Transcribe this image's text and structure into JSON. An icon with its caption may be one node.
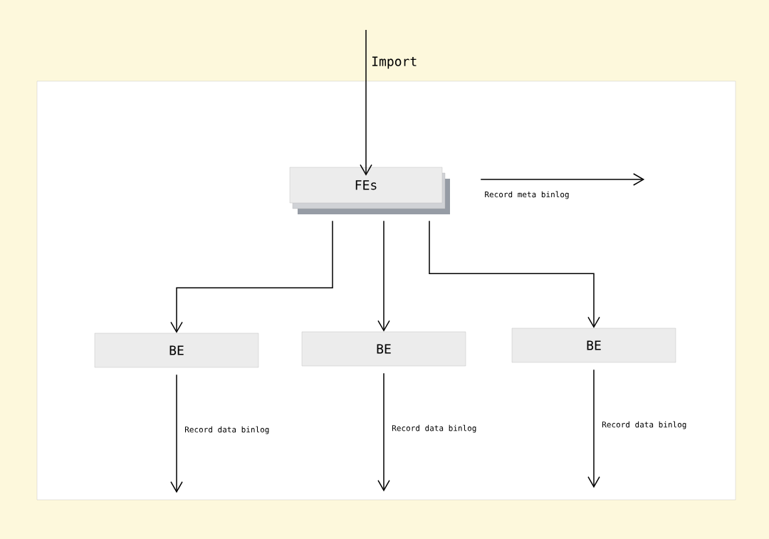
{
  "diagram": {
    "nodes": [
      {
        "text": [
          "FEs"
        ]
      },
      {
        "text": [
          "BE"
        ]
      },
      {
        "text": [
          "BE"
        ]
      },
      {
        "text": [
          "BE"
        ]
      }
    ],
    "edges": [
      {
        "from": null,
        "to": 0,
        "arrow": "to",
        "label": "Import"
      },
      {
        "from": 0,
        "to": null,
        "arrow": "to",
        "label": "Record meta binlog"
      },
      {
        "from": 0,
        "to": 1,
        "arrow": "to"
      },
      {
        "from": 0,
        "to": 2,
        "arrow": "to"
      },
      {
        "from": 0,
        "to": 3,
        "arrow": "to"
      },
      {
        "from": 1,
        "to": null,
        "arrow": "to",
        "label": "Record data binlog"
      },
      {
        "from": 2,
        "to": null,
        "arrow": "to",
        "label": "Record data binlog"
      },
      {
        "from": 3,
        "to": null,
        "arrow": "to",
        "label": "Record data binlog"
      }
    ]
  }
}
